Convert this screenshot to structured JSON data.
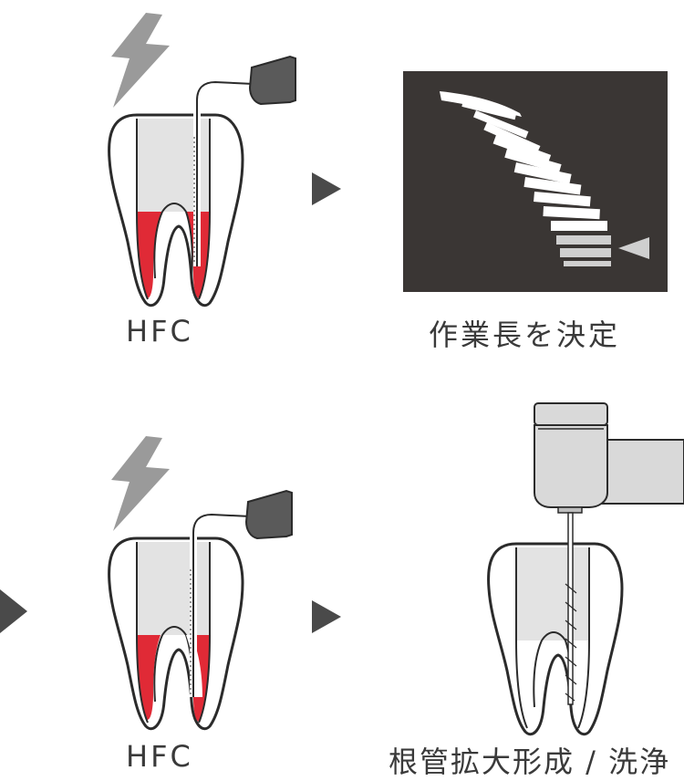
{
  "labels": {
    "step1": "HFC",
    "step2": "作業長を決定",
    "step3": "HFC",
    "step4": "根管拡大形成 / 洗浄"
  },
  "colors": {
    "tooth_fill": "#ffffff",
    "tooth_outline": "#2b2b2b",
    "pulp_fill": "#e3e3e3",
    "pulp_red": "#e02a36",
    "instrument": "#5a5a5a",
    "lightning": "#9a9a9a",
    "arrow": "#4a4a4a",
    "monitor_bg": "#3a3634",
    "scale_bar": "#ffffff",
    "scale_bar_dim": "#cfcfcf",
    "handpiece": "#d9d9d9"
  },
  "icons": {
    "lightning": "lightning-icon",
    "arrow": "play-arrow-icon",
    "handpiece": "dental-handpiece-icon"
  }
}
